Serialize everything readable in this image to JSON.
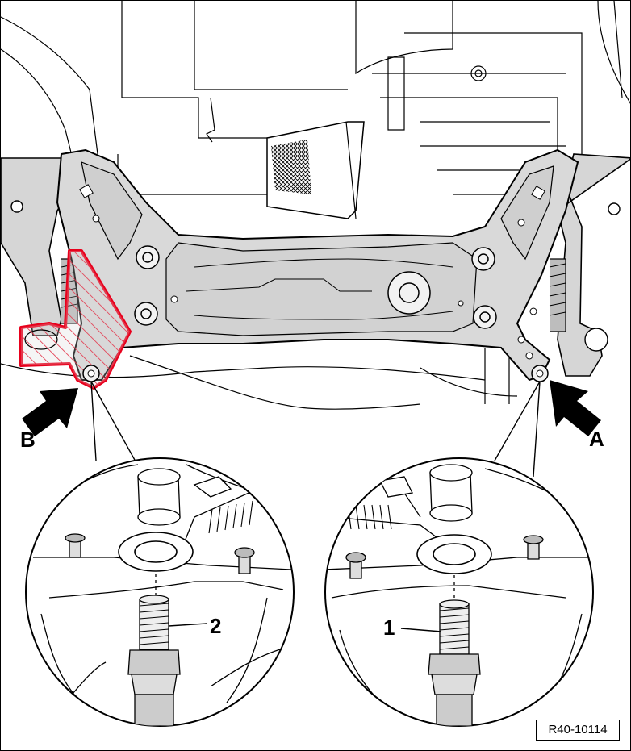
{
  "labels": {
    "arrow_b": "B",
    "arrow_a": "A",
    "part_1": "1",
    "part_2": "2"
  },
  "figure_id": "R40-10114",
  "colors": {
    "highlight": "#e8001c",
    "metal": "#d6d6d6",
    "line": "#000000"
  }
}
